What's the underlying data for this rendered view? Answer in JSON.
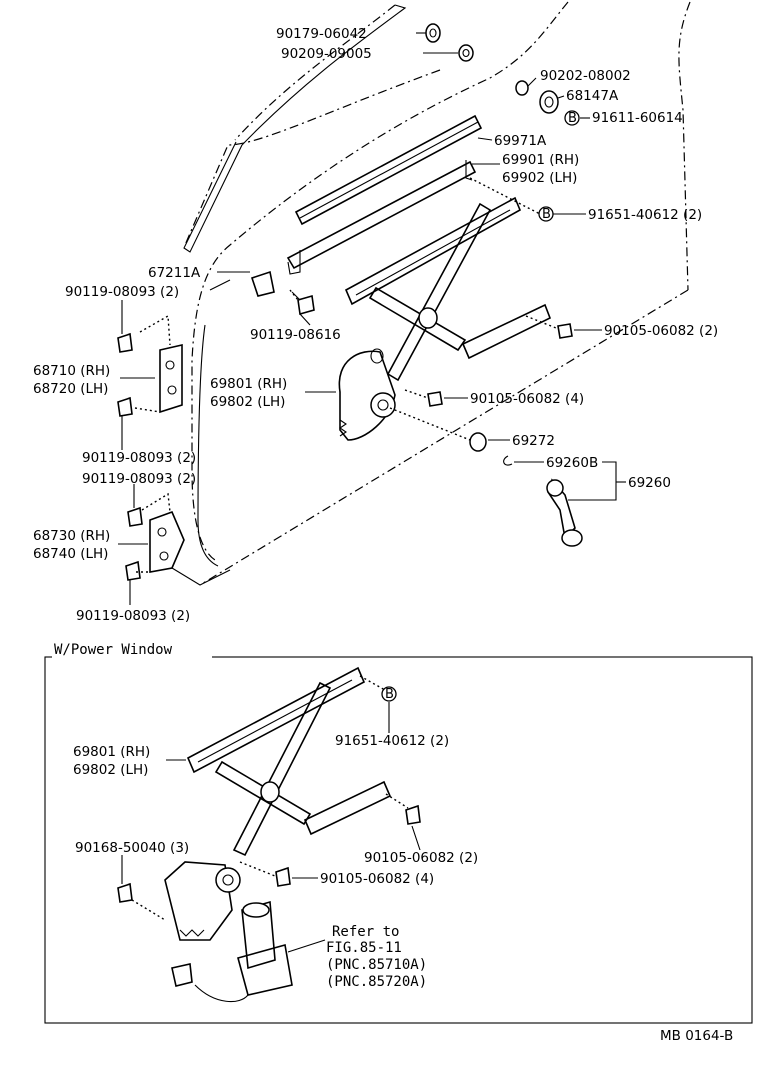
{
  "labels": {
    "p90179": "90179-06042",
    "p90209": "90209-09005",
    "p90202": "90202-08002",
    "p68147": "68147A",
    "p91611": "91611-60614",
    "p69971": "69971A",
    "p69901": "69901 (RH)",
    "p69902": "69902 (LH)",
    "p91651a": "91651-40612 (2)",
    "p67211": "67211A",
    "p90119a": "90119-08093 (2)",
    "p90119_616": "90119-08616",
    "p90105a": "90105-06082 (2)",
    "p68710": "68710 (RH)",
    "p68720": "68720 (LH)",
    "p69801a": "69801 (RH)",
    "p69802a": "69802 (LH)",
    "p90105b": "90105-06082 (4)",
    "p90119b": "90119-08093 (2)",
    "p69272": "69272",
    "p69260b": "69260B",
    "p69260": "69260",
    "p90119c": "90119-08093 (2)",
    "p68730": "68730 (RH)",
    "p68740": "68740 (LH)",
    "p90119d": "90119-08093 (2)",
    "box_title": "W/Power Window",
    "p91651b": "91651-40612 (2)",
    "p69801b": "69801 (RH)",
    "p69802b": "69802 (LH)",
    "p90105c": "90105-06082 (2)",
    "p90168": "90168-50040 (3)",
    "p90105d": "90105-06082 (4)",
    "ref1": "Refer to",
    "ref2": "FIG.85-11",
    "ref3": "(PNC.85710A)",
    "ref4": "(PNC.85720A)",
    "fig_code": "MB 0164-B",
    "b_mark": "B"
  }
}
